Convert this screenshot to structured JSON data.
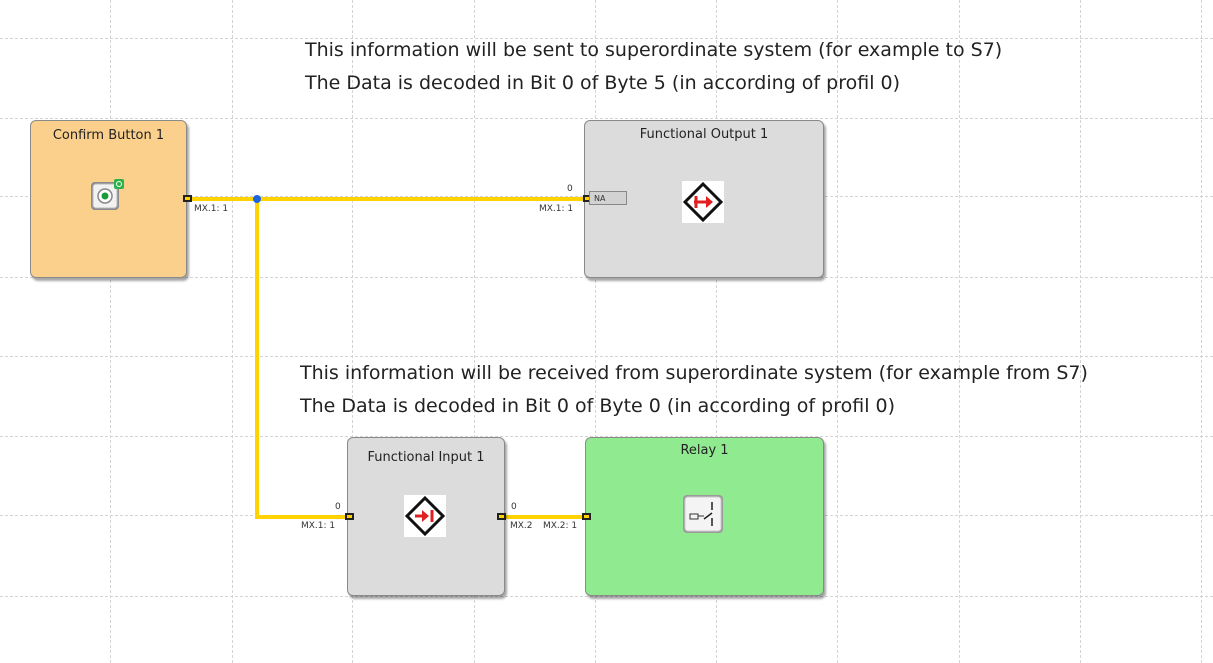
{
  "notes": {
    "output_line1": "This information will be sent to superordinate system (for example to S7)",
    "output_line2": "The Data is decoded in Bit 0 of Byte 5 (in according of profil 0)",
    "input_line1": "This information will be received from superordinate system (for example from S7)",
    "input_line2": "The Data is decoded in Bit 0 of Byte 0 (in according of profil 0)"
  },
  "blocks": {
    "confirm_button": {
      "title": "Confirm Button 1",
      "out_label": "MX.1: 1",
      "color": "#fbd08c"
    },
    "functional_output": {
      "title": "Functional Output 1",
      "in_top": "0",
      "in_label": "MX.1: 1",
      "na": "NA",
      "color": "#dcdcdc"
    },
    "functional_input": {
      "title": "Functional Input 1",
      "in_top": "0",
      "in_label": "MX.1: 1",
      "out_top": "0",
      "out_label": "MX.2",
      "color": "#dcdcdc"
    },
    "relay": {
      "title": "Relay 1",
      "in_label": "MX.2: 1",
      "color": "#90ea90"
    }
  },
  "colors": {
    "wire": "#ffd200",
    "junction": "#1e64dc",
    "icon_red": "#e02020"
  }
}
